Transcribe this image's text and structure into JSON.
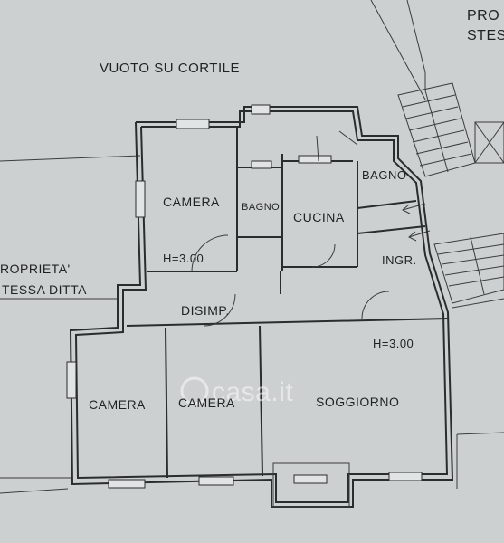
{
  "plan": {
    "outside_top": "VUOTO SU CORTILE",
    "neighbor_left_line1": "ROPRIETA'",
    "neighbor_left_line2": "TESSA DITTA",
    "neighbor_right_line1": "PRO",
    "neighbor_right_line2": "STES",
    "watermark": "casa.it",
    "rooms": {
      "camera_top": "CAMERA",
      "height_top": "H=3.00",
      "bagno_small": "BAGNO",
      "cucina": "CUCINA",
      "bagno": "BAGNO",
      "ingresso": "INGR.",
      "disimpegno": "DISIMP.",
      "camera_left": "CAMERA",
      "camera_mid": "CAMERA",
      "soggiorno": "SOGGIORNO",
      "height_soggiorno": "H=3.00"
    }
  }
}
